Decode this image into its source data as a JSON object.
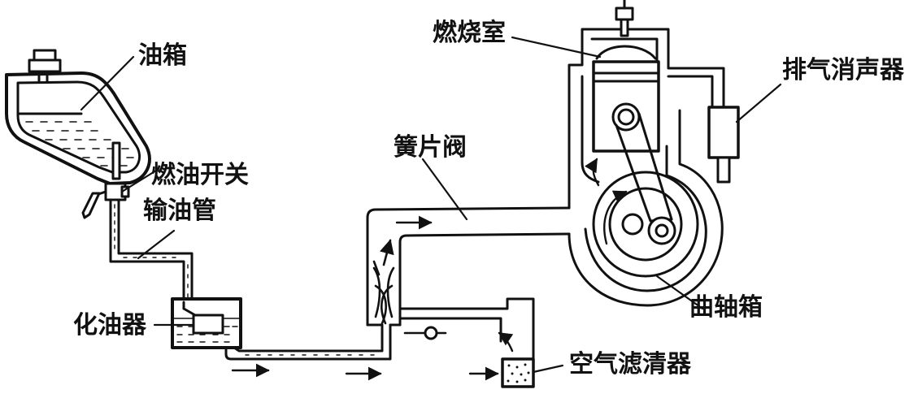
{
  "labels": {
    "fuel_tank": "油箱",
    "fuel_switch": "燃油开关",
    "fuel_pipe": "输油管",
    "carburetor": "化油器",
    "reed_valve": "簧片阀",
    "combustion_chamber": "燃烧室",
    "exhaust_muffler": "排气消声器",
    "crankcase": "曲轴箱",
    "air_filter": "空气滤清器"
  },
  "colors": {
    "line": "#111111",
    "background": "#ffffff"
  }
}
